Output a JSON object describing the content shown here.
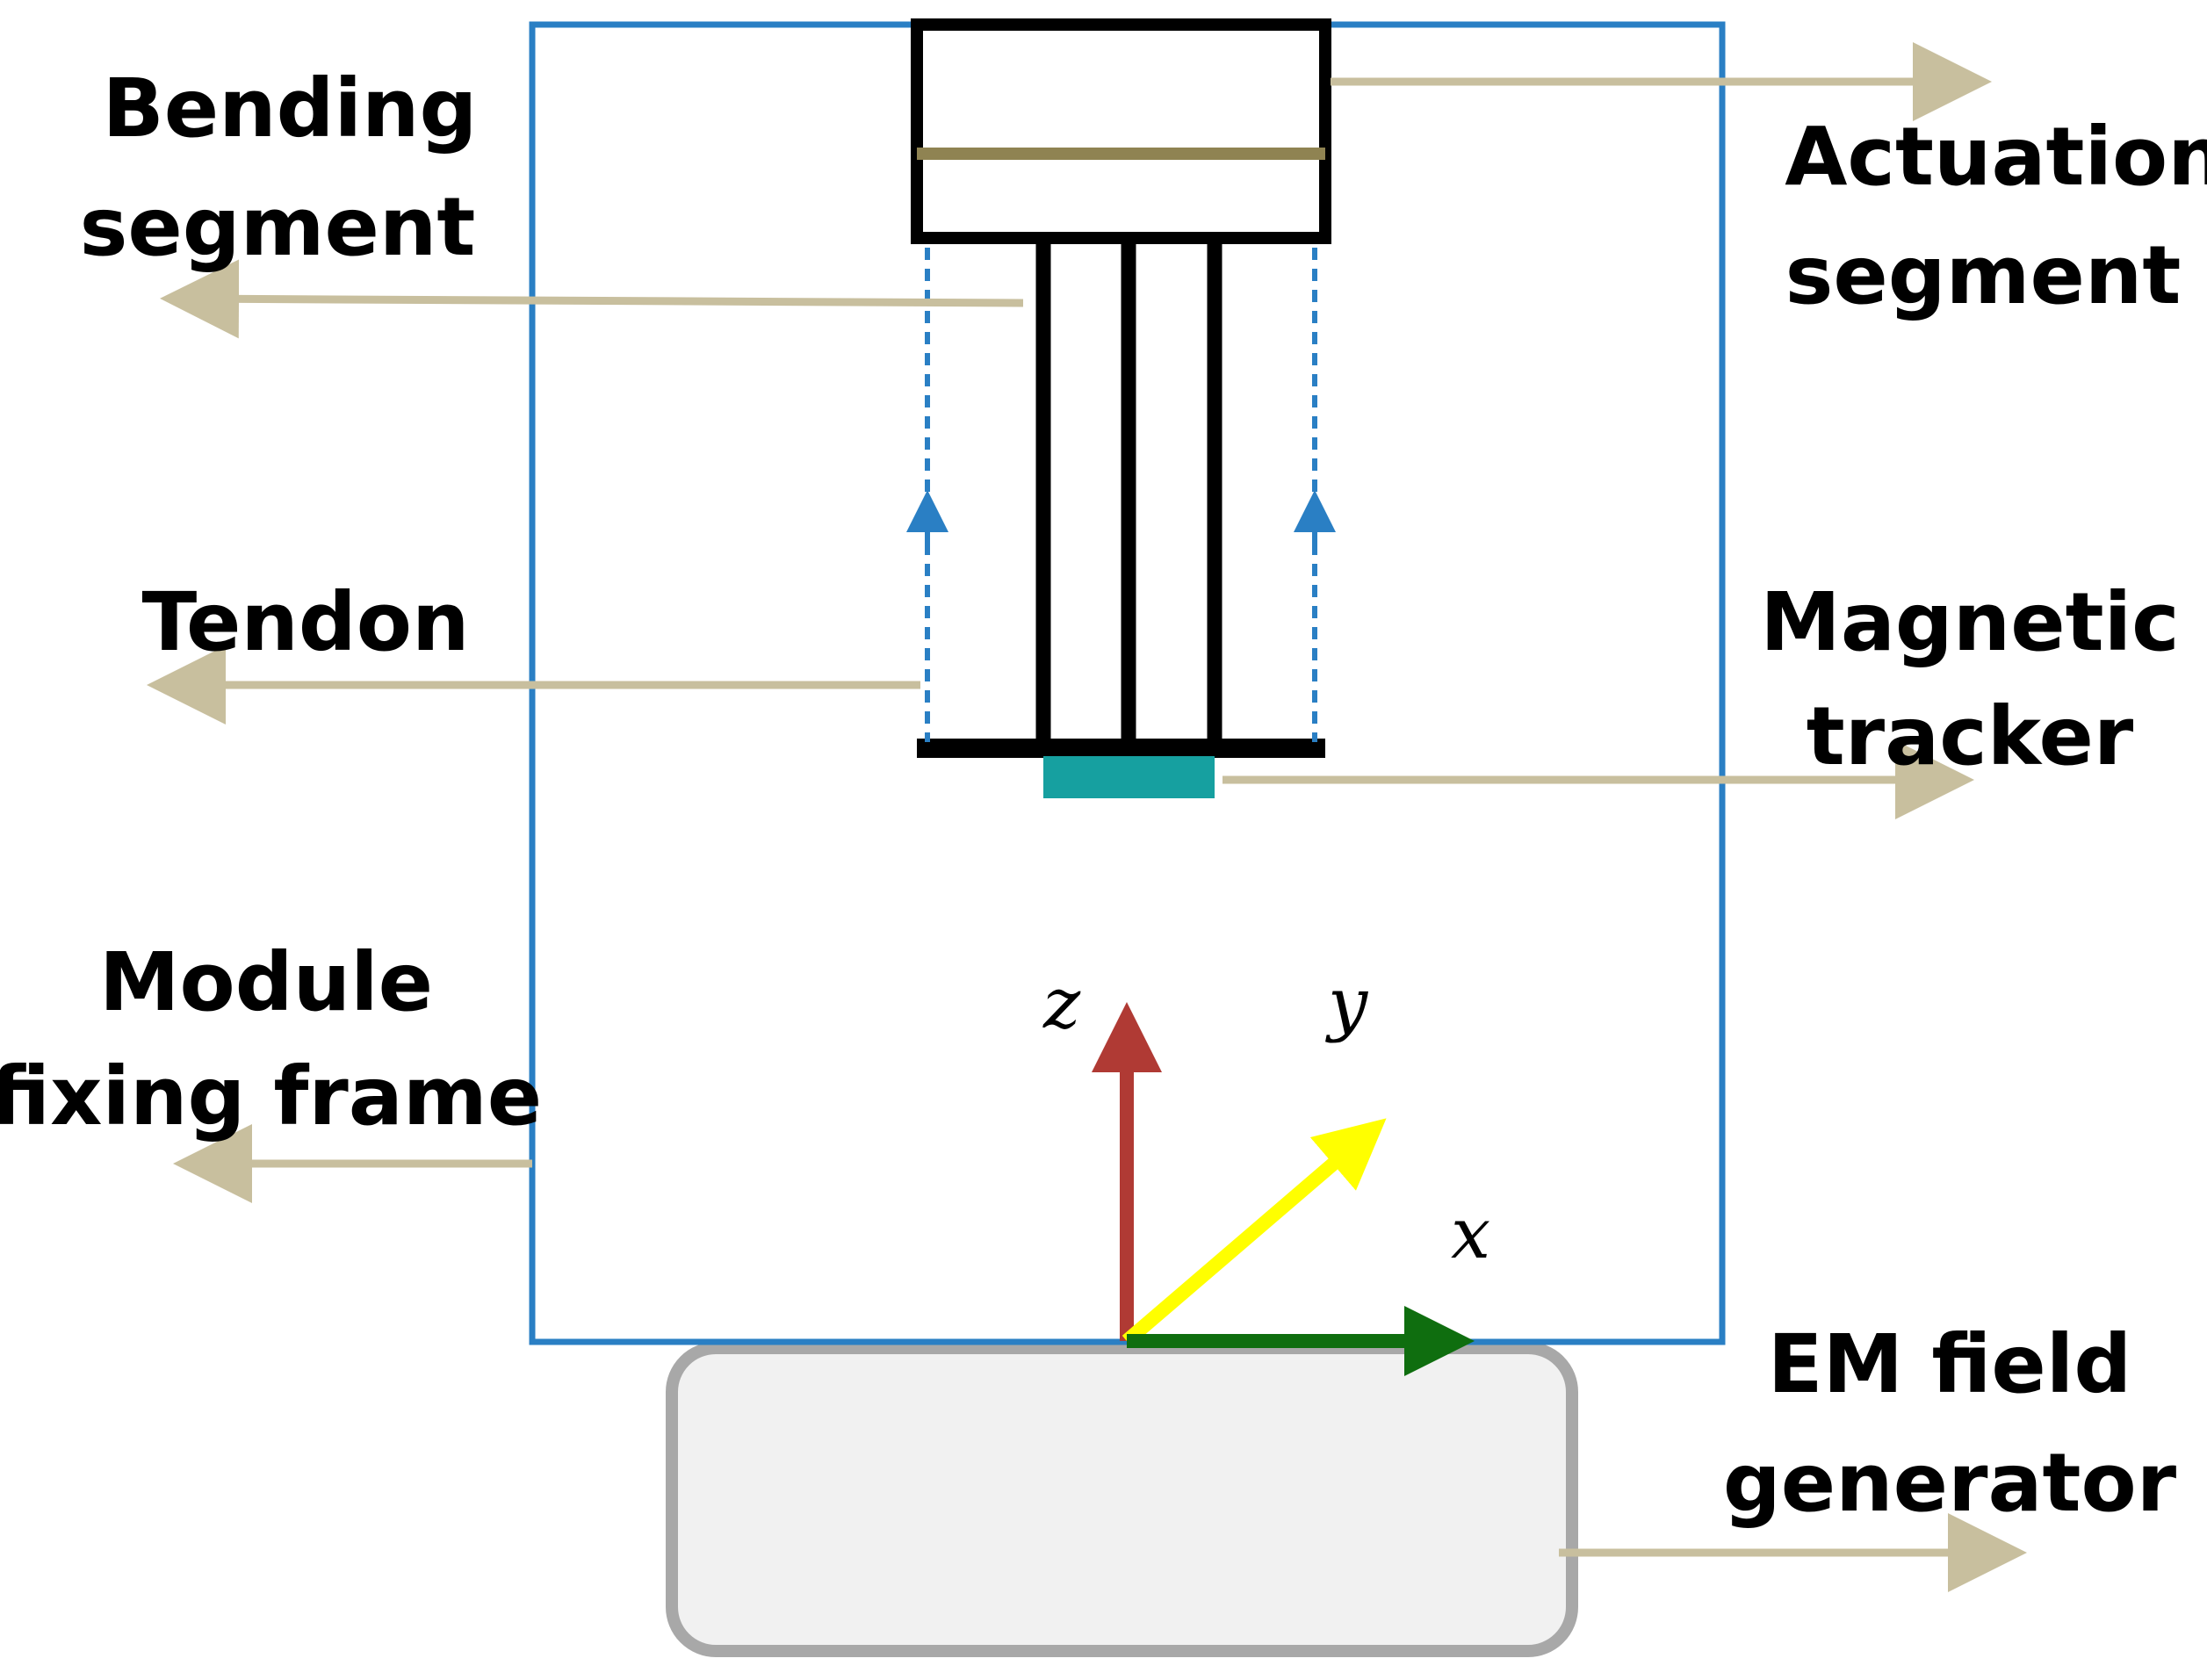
{
  "labels": {
    "bending": [
      "Bending",
      "segment"
    ],
    "actuation": [
      "Actuation",
      "segment"
    ],
    "tendon": "Tendon",
    "magnetic": [
      "Magnetic",
      "tracker"
    ],
    "module": [
      "Module",
      "fixing frame"
    ],
    "em": [
      "EM field",
      "generator"
    ]
  },
  "axes": {
    "x": "x",
    "y": "y",
    "z": "z"
  },
  "colors": {
    "frame": "#2a7fc4",
    "callout": "#c8bf9e",
    "tendon": "#2a7fc4",
    "tracker": "#16a0a0",
    "band": "#8f8352",
    "generator_fill": "#f1f1f1",
    "generator_stroke": "#a8a8a8",
    "axis_x": "#0f6e0f",
    "axis_y": "#ffff00",
    "axis_z": "#b03a34"
  }
}
